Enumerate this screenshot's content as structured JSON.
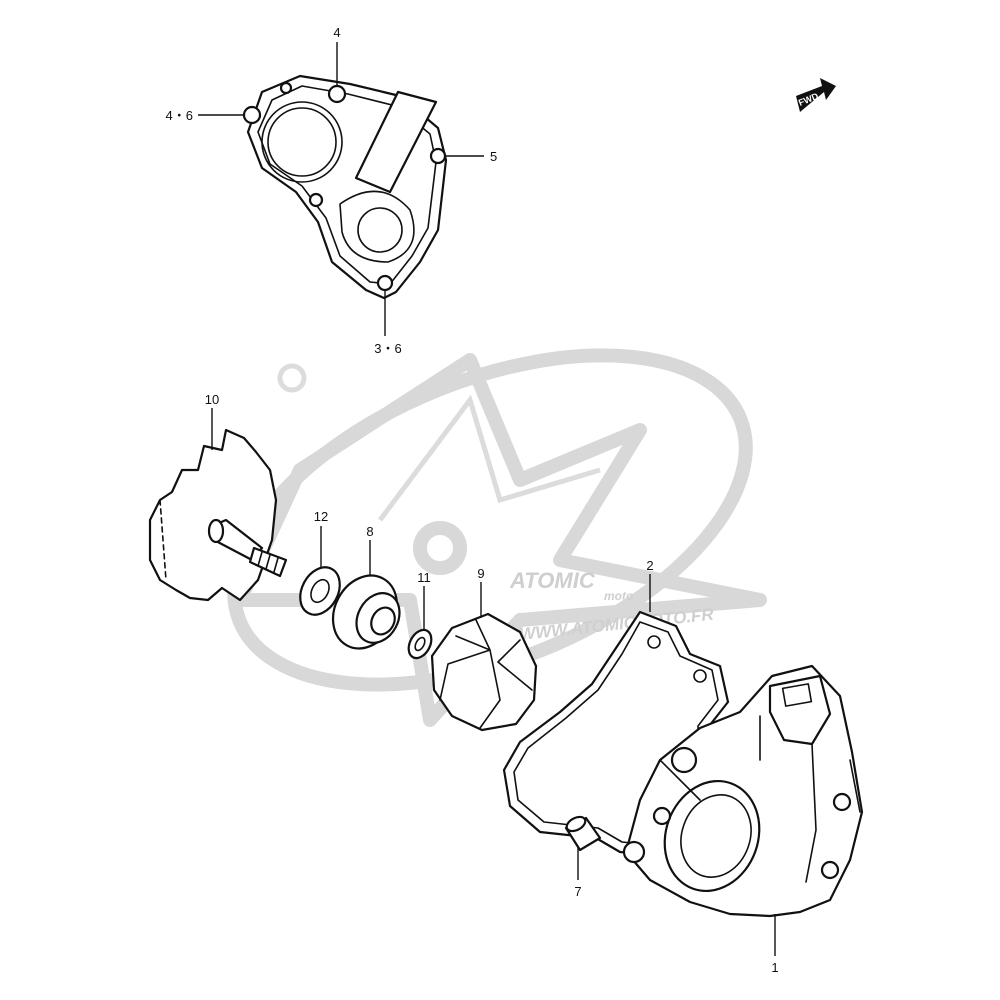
{
  "watermark": {
    "brand": "ATOMIC",
    "sub": "moto",
    "url": "WWW.ATOMICMOTO.FR"
  },
  "fwd_label": "FWD",
  "callouts": {
    "c1": "1",
    "c2": "2",
    "c3_6": "3・6",
    "c4": "4",
    "c4_6": "4・6",
    "c5": "5",
    "c7": "7",
    "c8": "8",
    "c9": "9",
    "c10": "10",
    "c11": "11",
    "c12": "12"
  }
}
